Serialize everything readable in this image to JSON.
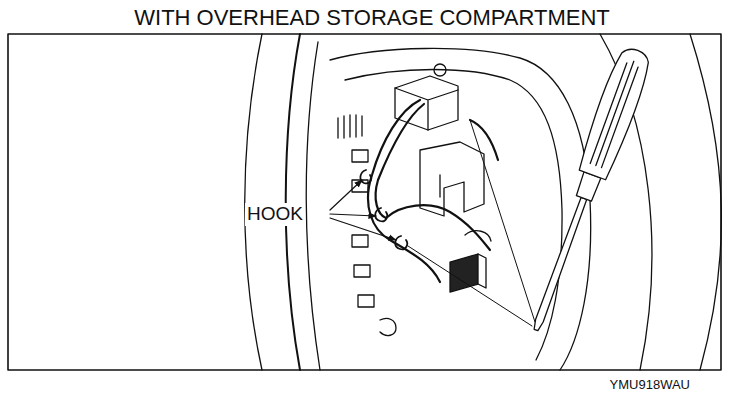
{
  "diagram": {
    "title": "WITH OVERHEAD STORAGE COMPARTMENT",
    "labels": [
      "HOOK",
      "YMU918WAU"
    ]
  }
}
